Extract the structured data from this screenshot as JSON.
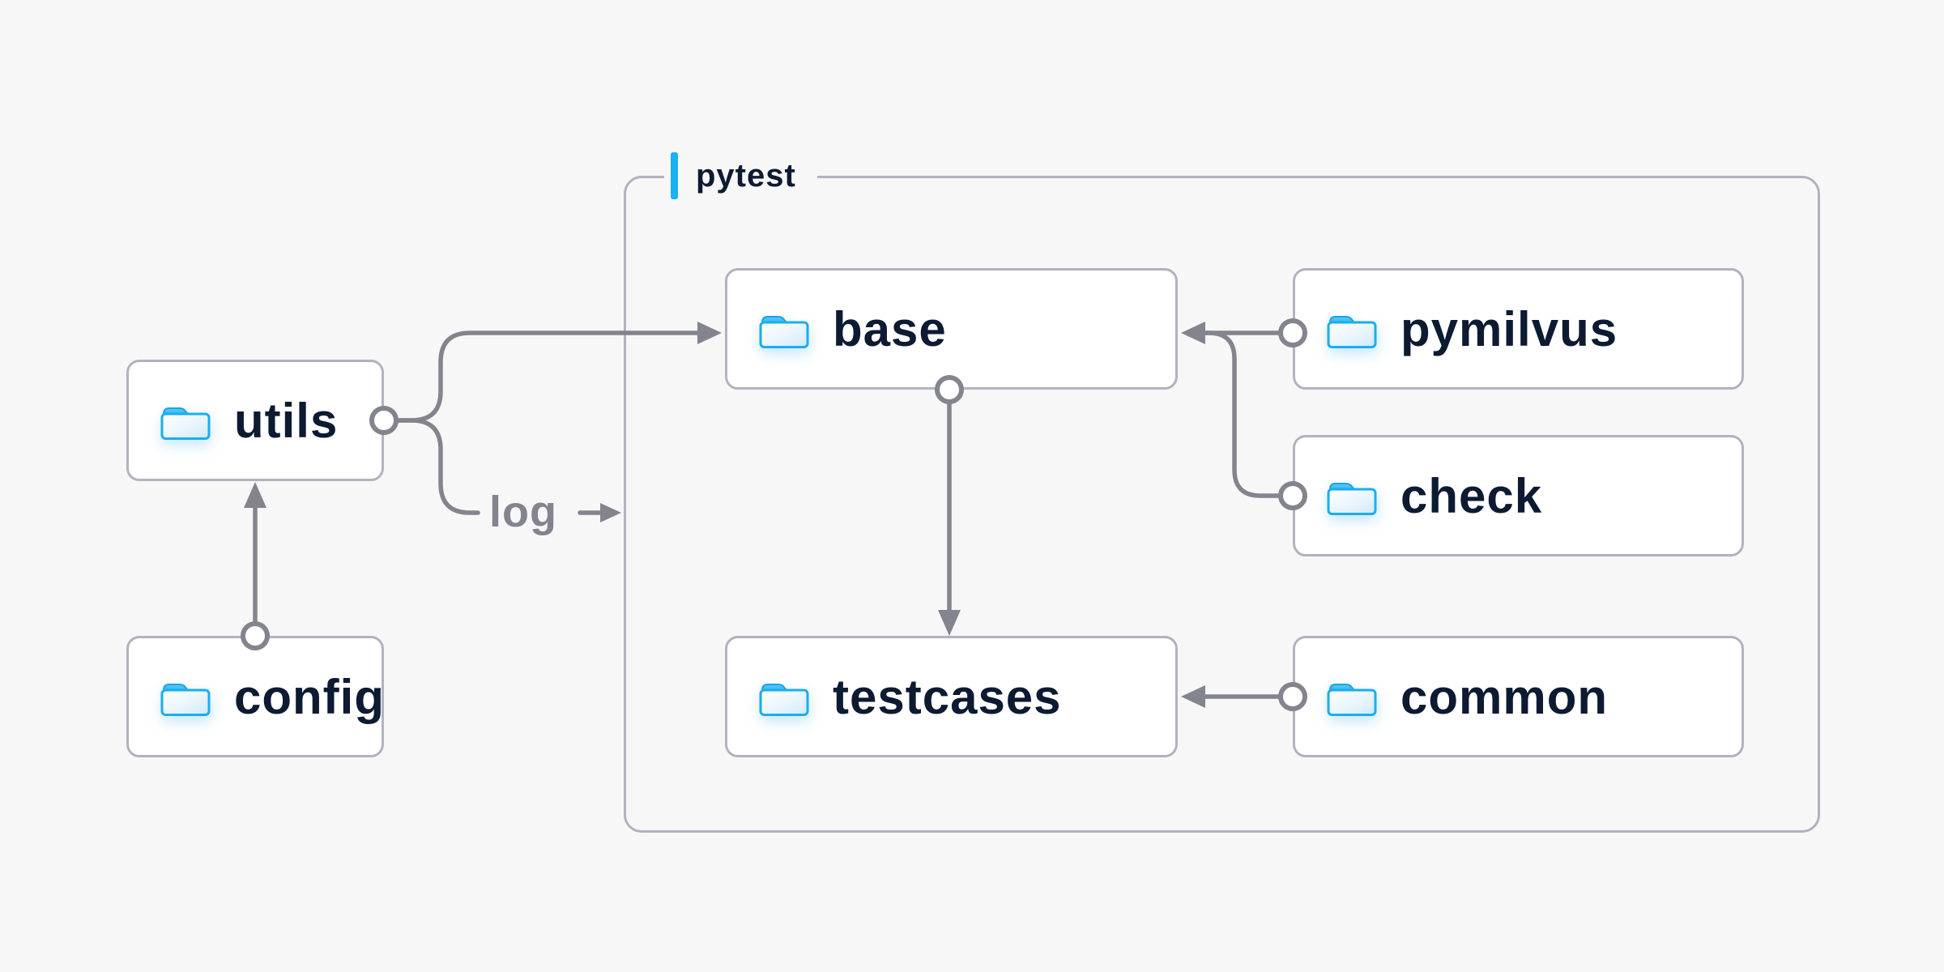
{
  "canvas": {
    "background": "#f7f7f8"
  },
  "group": {
    "label": "pytest",
    "accent_color": "#19b2f3"
  },
  "nodes": [
    {
      "id": "utils",
      "label": "utils",
      "icon": "folder-icon"
    },
    {
      "id": "config",
      "label": "config",
      "icon": "folder-icon"
    },
    {
      "id": "base",
      "label": "base",
      "icon": "folder-icon"
    },
    {
      "id": "pymilvus",
      "label": "pymilvus",
      "icon": "folder-icon"
    },
    {
      "id": "check",
      "label": "check",
      "icon": "folder-icon"
    },
    {
      "id": "testcases",
      "label": "testcases",
      "icon": "folder-icon"
    },
    {
      "id": "common",
      "label": "common",
      "icon": "folder-icon"
    }
  ],
  "edges": [
    {
      "from": "config",
      "to": "utils",
      "label": ""
    },
    {
      "from": "utils",
      "to": "base",
      "label": ""
    },
    {
      "from": "utils",
      "to": "pytest-group",
      "label": "log"
    },
    {
      "from": "base",
      "to": "testcases",
      "label": ""
    },
    {
      "from": "pymilvus",
      "to": "base",
      "label": ""
    },
    {
      "from": "check",
      "to": "base",
      "label": ""
    },
    {
      "from": "common",
      "to": "testcases",
      "label": ""
    }
  ],
  "colors": {
    "background": "#f7f7f8",
    "node_fill": "#ffffff",
    "border": "#b2b2bf",
    "connector": "#84848e",
    "text": "#0c1a32",
    "accent": "#19b2f3",
    "muted_label": "#84848e",
    "folder_blue": "#19aef0"
  }
}
